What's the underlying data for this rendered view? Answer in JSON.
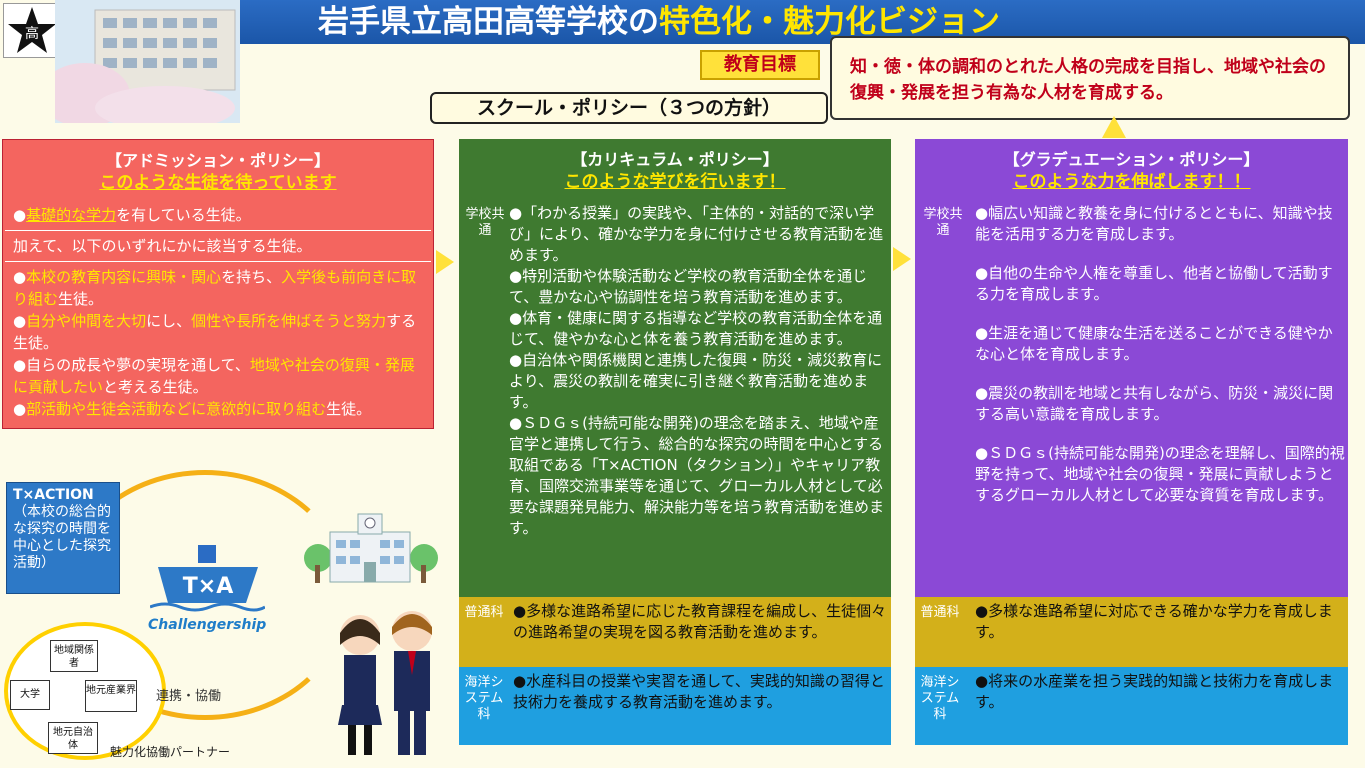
{
  "title": {
    "main": "岩手県立高田高等学校の",
    "highlight": "特色化・魅力化ビジョン"
  },
  "logo": {
    "letter": "高"
  },
  "goal": {
    "label": "教育目標",
    "text": "知・徳・体の調和のとれた人格の完成を目指し、地域や社会の復興・発展を担う有為な人材を育成する。"
  },
  "policy_label": "スクール・ポリシー（３つの方針）",
  "admission": {
    "heading": "【アドミッション・ポリシー】",
    "sub": "このような生徒を待っています",
    "first": {
      "prefix": "●",
      "hl": "基礎的な学力",
      "rest": "を有している生徒。"
    },
    "note": "加えて、以下のいずれにかに該当する生徒。",
    "items": [
      [
        {
          "t": "●"
        },
        {
          "t": "本校の教育内容に興味・関心",
          "y": true
        },
        {
          "t": "を持ち、"
        },
        {
          "t": "入学後も前向きに取り組む",
          "y": true
        },
        {
          "t": "生徒。"
        }
      ],
      [
        {
          "t": "●"
        },
        {
          "t": "自分や仲間を大切",
          "y": true
        },
        {
          "t": "にし、"
        },
        {
          "t": "個性や長所を伸ばそうと努力",
          "y": true
        },
        {
          "t": "する生徒。"
        }
      ],
      [
        {
          "t": "●自らの成長や夢の実現を通して、"
        },
        {
          "t": "地域や社会の復興・発展に貢献したい",
          "y": true
        },
        {
          "t": "と考える生徒。"
        }
      ],
      [
        {
          "t": "●"
        },
        {
          "t": "部活動や生徒会活動などに意欲的に取り組む",
          "y": true
        },
        {
          "t": "生徒。"
        }
      ]
    ]
  },
  "curriculum": {
    "heading": "【カリキュラム・ポリシー】",
    "sub": "このような学びを行います！",
    "common_tag": "学校共通",
    "common": [
      "●「わかる授業」の実践や、「主体的・対話的で深い学び」により、確かな学力を身に付けさせる教育活動を進めます。",
      "●特別活動や体験活動など学校の教育活動全体を通じて、豊かな心や協調性を培う教育活動を進めます。",
      "●体育・健康に関する指導など学校の教育活動全体を通じて、健やかな心と体を養う教育活動を進めます。",
      "●自治体や関係機関と連携した復興・防災・減災教育により、震災の教訓を確実に引き継ぐ教育活動を進めます。",
      "●ＳＤＧｓ(持続可能な開発)の理念を踏まえ、地域や産官学と連携して行う、総合的な探究の時間を中心とする取組である「T×ACTION（タクション）」やキャリア教育、国際交流事業等を通じて、グローカル人材として必要な課題発見能力、解決能力等を培う教育活動を進めます。"
    ],
    "ordinary_tag": "普通科",
    "ordinary": "●多様な進路希望に応じた教育課程を編成し、生徒個々の進路希望の実現を図る教育活動を進めます。",
    "marine_tag": "海洋システム科",
    "marine": "●水産科目の授業や実習を通して、実践的知識の習得と技術力を養成する教育活動を進めます。"
  },
  "graduation": {
    "heading": "【グラデュエーション・ポリシー】",
    "sub": "このような力を伸ばします！！",
    "common_tag": "学校共通",
    "common": [
      "●幅広い知識と教養を身に付けるとともに、知識や技能を活用する力を育成します。",
      "●自他の生命や人権を尊重し、他者と協働して活動する力を育成します。",
      "●生涯を通じて健康な生活を送ることができる健やかな心と体を育成します。",
      "●震災の教訓を地域と共有しながら、防災・減災に関する高い意識を育成します。",
      "●ＳＤＧｓ(持続可能な開発)の理念を理解し、国際的視野を持って、地域や社会の復興・発展に貢献しようとするグローカル人材として必要な資質を育成します。"
    ],
    "ordinary_tag": "普通科",
    "ordinary": "●多様な進路希望に対応できる確かな学力を育成します。",
    "marine_tag": "海洋システム科",
    "marine": "●将来の水産業を担う実践的知識と技術力を育成します。"
  },
  "taction": {
    "title": "T×ACTION",
    "desc": "（本校の総合的な探究の時間を中心とした探究活動）"
  },
  "ship_text": "T×A",
  "challengership": "Challengership",
  "partners": {
    "community": "地域関係者",
    "university": "大学",
    "industry": "地元産業界",
    "government": "地元自治体"
  },
  "cooperation": "連携・協働",
  "partner_label": "魅力化協働パートナー",
  "colors": {
    "admission": "#f4655f",
    "curriculum": "#3f7a30",
    "graduation": "#8b49d6",
    "ordinary": "#d3b01a",
    "marine": "#1f9fe0",
    "highlight": "#ffe600"
  }
}
